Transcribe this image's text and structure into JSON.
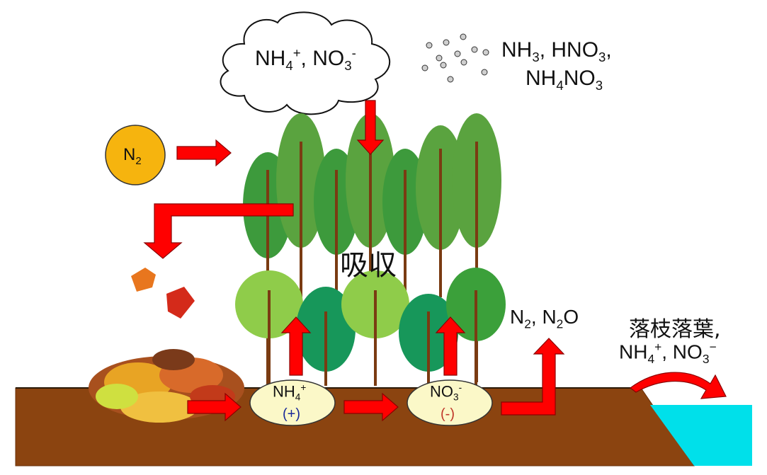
{
  "cloud": {
    "t1": "NH",
    "s1": "4",
    "p1": "+",
    "t2": ", NO",
    "s2": "3",
    "p2": "-"
  },
  "gases": {
    "line1": {
      "a": "NH",
      "b": "3",
      "c": ", HNO",
      "d": "3",
      "e": ","
    },
    "line2": {
      "a": "NH",
      "b": "4",
      "c": "NO",
      "d": "3"
    }
  },
  "n2_source": {
    "t": "N",
    "s": "2"
  },
  "absorption_label": "吸収",
  "ammonium": {
    "t": "NH",
    "s": "4",
    "p": "+",
    "charge": "(+)"
  },
  "nitrate": {
    "t": "NO",
    "s": "3",
    "p": "-",
    "charge": "(-)"
  },
  "denitrification": {
    "a": "N",
    "b": "2",
    "c": ", N",
    "d": "2",
    "e": "O"
  },
  "runoff": {
    "line1": "落枝落葉,",
    "line2": {
      "a": "NH",
      "b": "4",
      "c": "+",
      "d": ", NO",
      "e": "3",
      "f": "−"
    }
  },
  "colors": {
    "arrow": "#ff0000",
    "soil": "#8b4410",
    "water": "#00e0ea",
    "n2_circle": "#f6b40e",
    "charge_plus": "#1a2a9a",
    "charge_minus": "#c0392b"
  }
}
